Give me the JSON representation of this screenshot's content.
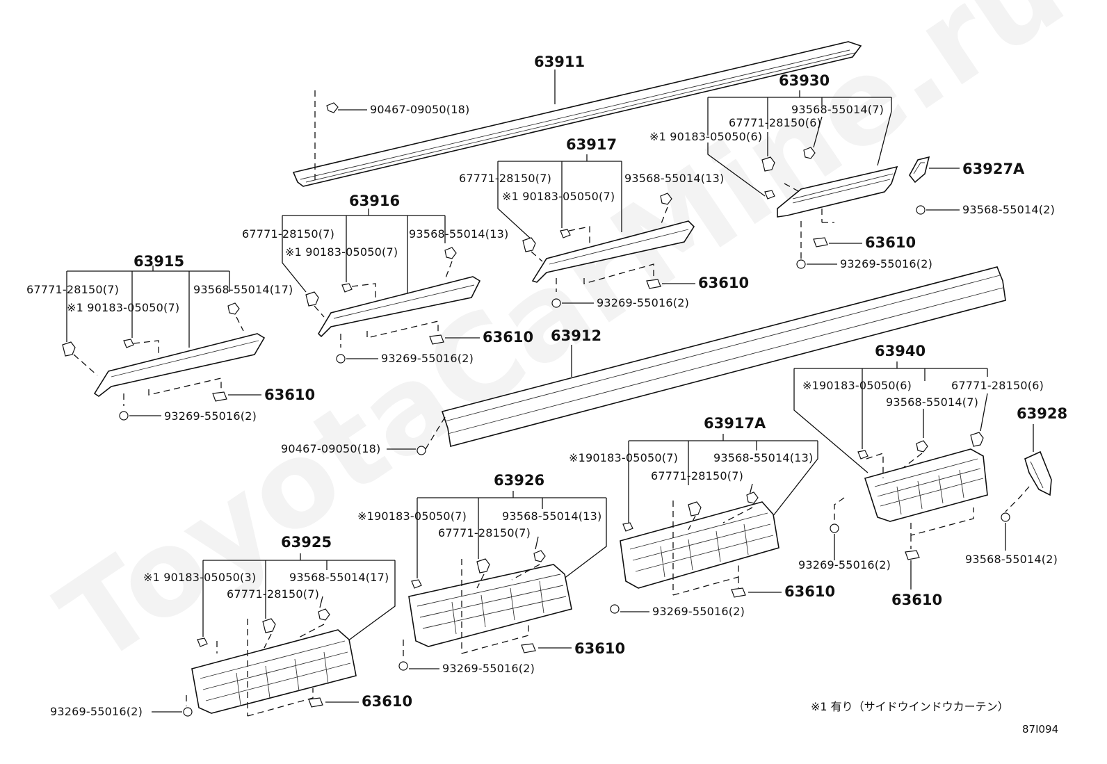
{
  "watermark": "ToyotaCarMine.ru",
  "diagram_ref": "87I094",
  "note": "※1 有り（サイドウインドウカーテン）",
  "parts": {
    "p63911": "63911",
    "p63930": "63930",
    "p63917": "63917",
    "p63916": "63916",
    "p63915": "63915",
    "p63927A": "63927A",
    "p63912": "63912",
    "p63940": "63940",
    "p63928": "63928",
    "p63917A": "63917A",
    "p63926": "63926",
    "p63925": "63925",
    "p63610": "63610"
  },
  "fasteners": {
    "f90467_18": "90467-09050(18)",
    "f67771_7": "67771-28150(7)",
    "f67771_6": "67771-28150(6)",
    "f93568_7": "93568-55014(7)",
    "f93568_13": "93568-55014(13)",
    "f93568_17": "93568-55014(17)",
    "f93568_2": "93568-55014(2)",
    "f90183_7": "※1 90183-05050(7)",
    "f90183_6": "※1 90183-05050(6)",
    "f90183_3": "※1 90183-05050(3)",
    "f90183_7b": "※190183-05050(7)",
    "f90183_6b": "※190183-05050(6)",
    "f93269_2": "93269-55016(2)"
  }
}
